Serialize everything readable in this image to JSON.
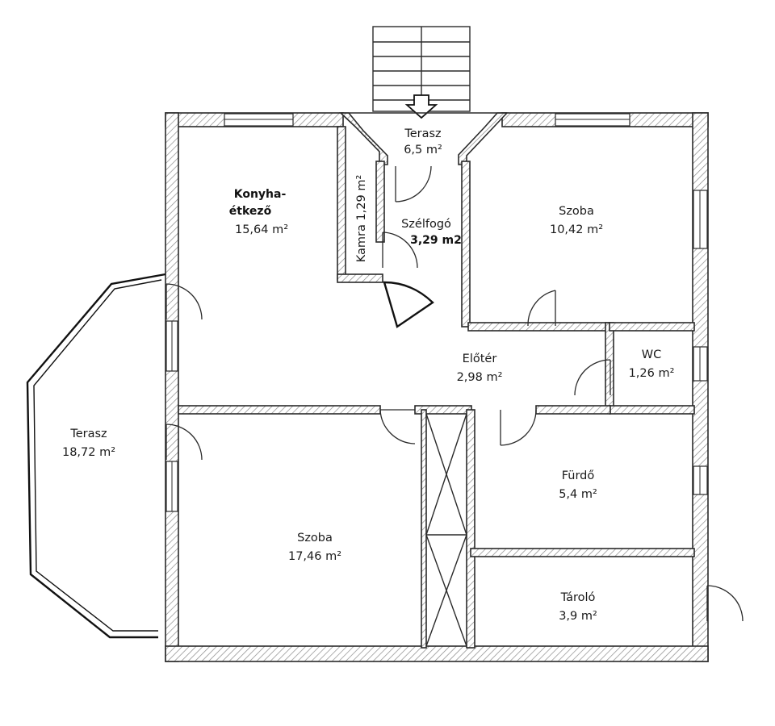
{
  "rooms": {
    "terasz_top": {
      "name": "Terasz",
      "area": "6,5 m²"
    },
    "konyha": {
      "name_line1": "Konyha-",
      "name_line2": "étkező",
      "area": "15,64 m²"
    },
    "kamra": {
      "label": "Kamra 1,29 m²"
    },
    "szelfogo": {
      "name": "Szélfogó",
      "area": "3,29 m2"
    },
    "szoba_top": {
      "name": "Szoba",
      "area": "10,42 m²"
    },
    "eloter": {
      "name": "Előtér",
      "area": "2,98 m²"
    },
    "wc": {
      "name": "WC",
      "area": "1,26 m²"
    },
    "terasz_left": {
      "name": "Terasz",
      "area": "18,72 m²"
    },
    "szoba_bottom": {
      "name": "Szoba",
      "area": "17,46 m²"
    },
    "furdo": {
      "name": "Fürdő",
      "area": "5,4 m²"
    },
    "tarolo": {
      "name": "Tároló",
      "area": "3,9 m²"
    }
  },
  "colors": {
    "wall_line": "#2a2a2a",
    "hatch": "#8a8a8a",
    "background": "#ffffff"
  },
  "icons": {
    "entrance": "entrance-arrow-icon"
  }
}
